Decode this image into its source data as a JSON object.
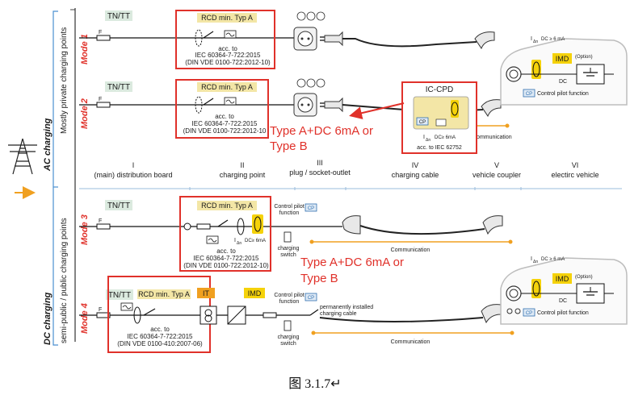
{
  "figure": {
    "caption": "图 3.1.7↵",
    "colors": {
      "red": "#e0312a",
      "yellow": "#f5d20a",
      "beige": "#f3e6a6",
      "green_label": "#dbeadf",
      "blue": "#2f6fb0",
      "orange": "#f0a020"
    }
  },
  "side_labels": {
    "ac_charging": "AC charging",
    "dc_charging": "DC charging",
    "private": "Mostly private charging points",
    "public": "semi-public / public charging points"
  },
  "columns": [
    {
      "num": "I",
      "name": "(main) distribution board"
    },
    {
      "num": "II",
      "name": "charging point"
    },
    {
      "num": "III",
      "name": "plug / socket-outlet"
    },
    {
      "num": "IV",
      "name": "charging cable"
    },
    {
      "num": "V",
      "name": "vehicle coupler"
    },
    {
      "num": "VI",
      "name": "electirc vehicle"
    }
  ],
  "modes": {
    "m1": {
      "label": "Mode 1",
      "network": "TN/TT",
      "fuse": "F",
      "rcd_title": "RCD min. Typ A",
      "std": [
        "acc. to",
        "IEC 60364-7-722:2015",
        "(DIN VDE 0100-722:2012-10)"
      ]
    },
    "m2": {
      "label": "Mode 2",
      "network": "TN/TT",
      "fuse": "F",
      "rcd_title": "RCD min. Typ A",
      "std": [
        "acc. to",
        "IEC 60364-7-722:2015",
        "(DIN VDE 0100-722:2012-10"
      ],
      "iccpd": {
        "title": "IC-CPD",
        "cp": "CP",
        "dc": "I",
        "dc_sub": "Δn",
        "dc_rest": "DC≥ 6mA",
        "acc": "acc. to IEC 62752"
      },
      "communication": "Communication",
      "annotation": [
        "Type A+DC 6mA or",
        "Type B"
      ]
    },
    "m3": {
      "label": "Mode 3",
      "network": "TN/TT",
      "fuse": "F",
      "rcd_title": "RCD min. Typ A",
      "std": [
        "acc. to",
        "IEC 60364-7-722:2015",
        "(DIN VDE 0100-722:2012-10)"
      ],
      "dc_i": "I",
      "dc_sub": "Δn",
      "dc_rest": "DC≥ 6mA",
      "cp_text": [
        "Control pilot",
        "function"
      ],
      "cp_badge": "CP",
      "switch": [
        "charging",
        "switch"
      ],
      "communication": "Communication",
      "annotation": [
        "Type A+DC 6mA or",
        "Type B"
      ]
    },
    "m4": {
      "label": "Mode 4",
      "network": "TN/TT",
      "fuse": "F",
      "rcd_title": "RCD min. Typ A",
      "it": "IT",
      "imd": "IMD",
      "std": [
        "acc. to",
        "IEC 60364-7-722:2015",
        "(DIN VDE 0100-410:2007-06)"
      ],
      "cp_text": [
        "Control pilot",
        "function"
      ],
      "cp_badge": "CP",
      "switch": [
        "charging",
        "switch"
      ],
      "cable": [
        "permanently installed",
        "charging cable"
      ],
      "communication": "Communication"
    }
  },
  "vehicles": {
    "ac": {
      "dc_i": "I",
      "dc_sub": "Δn",
      "dc_rest": "DC ≥ 6 mA",
      "imd": "IMD",
      "option": "(Option)",
      "dc": "DC",
      "cp_badge": "CP",
      "cp_text": "Control pilot function"
    },
    "dc": {
      "dc_i": "I",
      "dc_sub": "Δn",
      "dc_rest": "DC ≥ 6 mA",
      "imd": "IMD",
      "option": "(Option)",
      "dc": "DC",
      "cp_badge": "CP",
      "cp_text": "Control pilot function"
    }
  }
}
